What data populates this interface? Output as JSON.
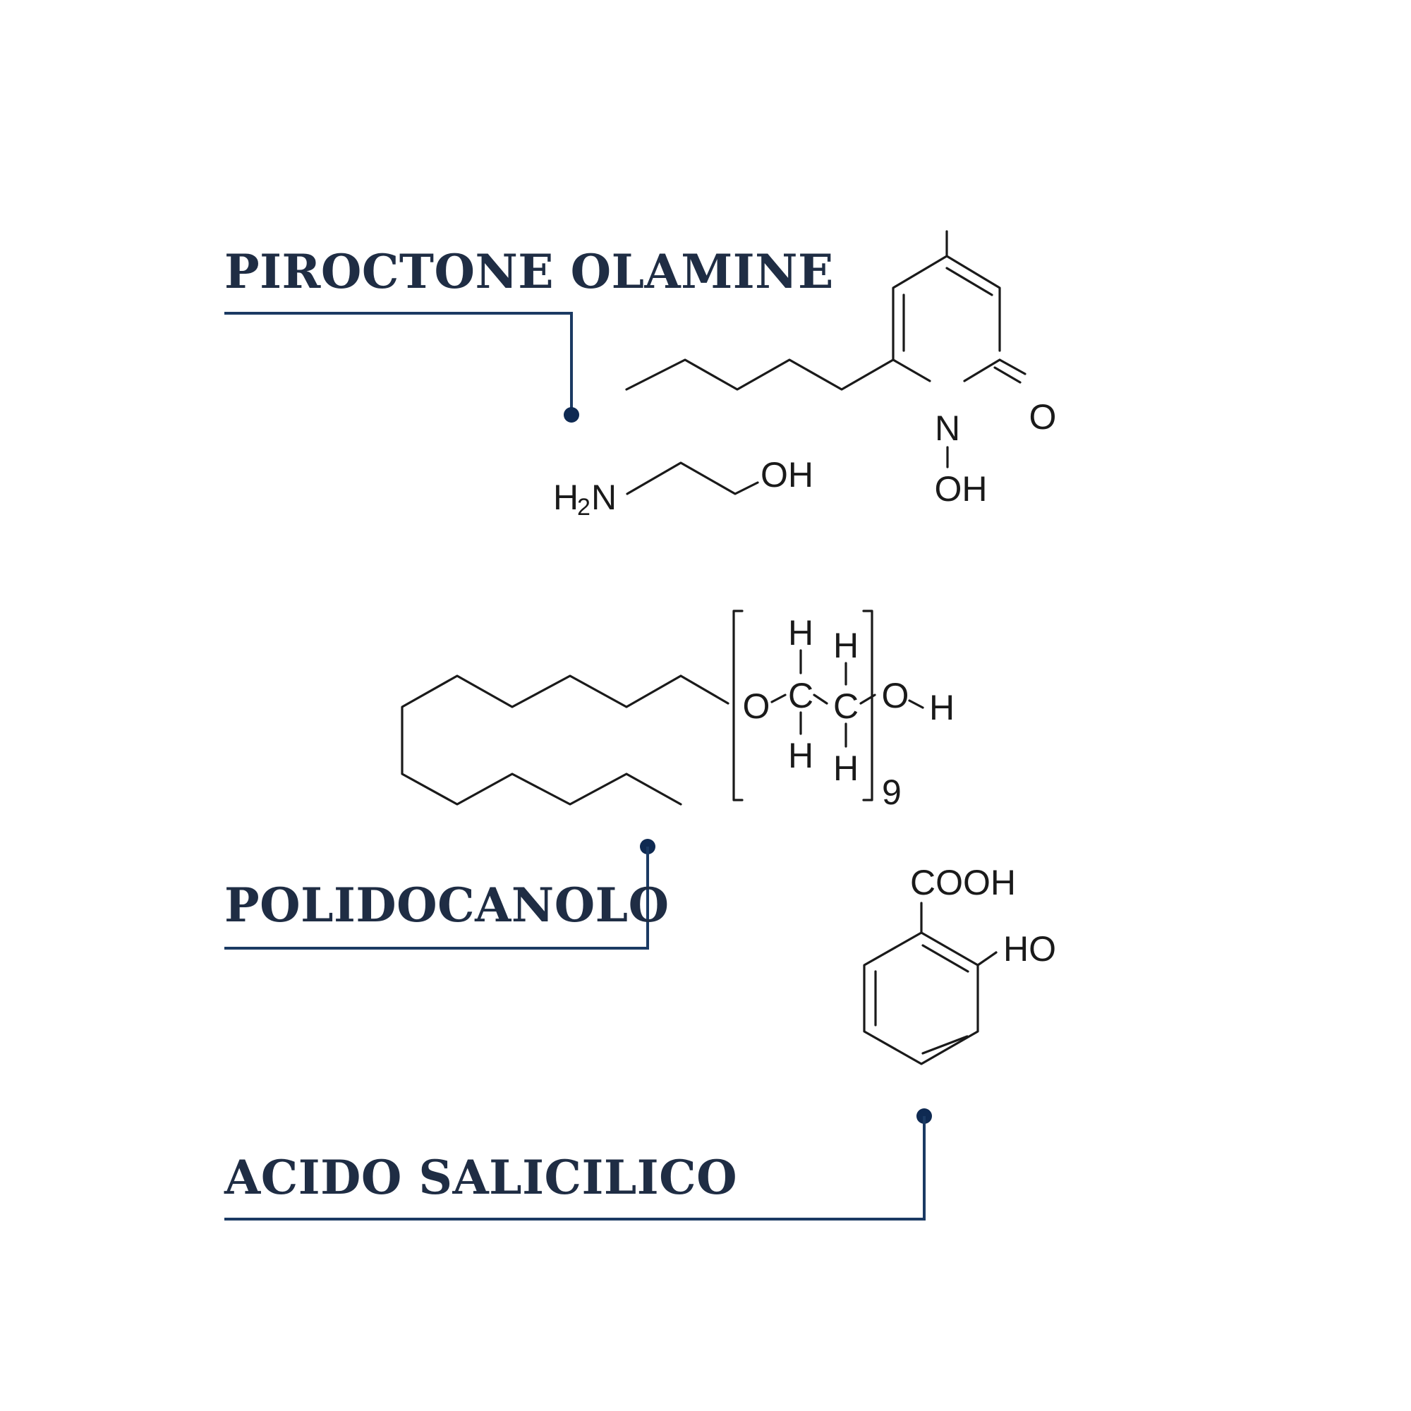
{
  "ingredients": [
    {
      "name": "PIROCTONE OLAMINE",
      "atoms": {
        "nitrogen": "N",
        "carbonyl_oxygen": "O",
        "n_hydroxyl": "OH",
        "amine_h": "H",
        "amine_subscript": "2",
        "amine_n": "N",
        "ethanol_oh": "OH"
      }
    },
    {
      "name": "POLIDOCANOLO",
      "atoms": {
        "ether_oxygen": "O",
        "carbon_1": "C",
        "carbon_2": "C",
        "h_top_1": "H",
        "h_top_2": "H",
        "h_bottom_1": "H",
        "h_bottom_2": "H",
        "terminal_o": "O",
        "terminal_h": "H",
        "repeat_count": "9"
      }
    },
    {
      "name": "ACIDO SALICILICO",
      "atoms": {
        "carboxyl": "COOH",
        "hydroxyl": "HO"
      }
    }
  ],
  "colors": {
    "title": "#1f2d44",
    "leader_line": "#1b3a63",
    "leader_dot": "#0f2a52",
    "structure": "#1a1a1a",
    "background": "#ffffff"
  }
}
